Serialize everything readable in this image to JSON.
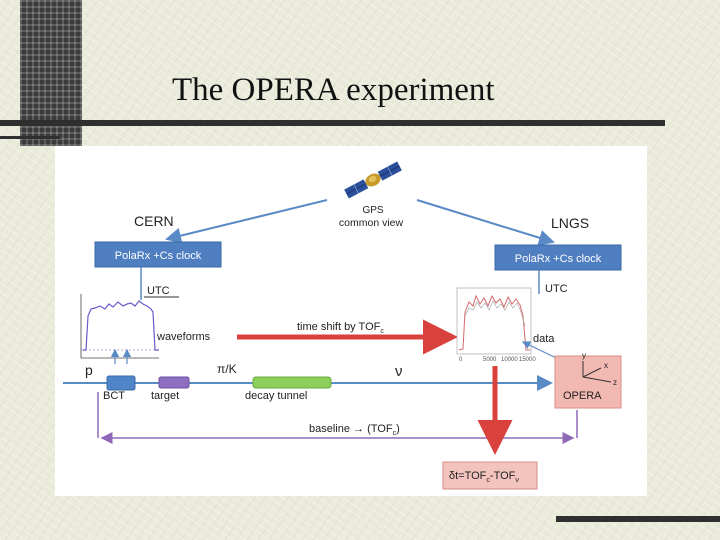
{
  "title": "The OPERA experiment",
  "diagram": {
    "gps_label_1": "GPS",
    "gps_label_2": "common view",
    "cern": "CERN",
    "lngs": "LNGS",
    "clock_left": "PolaRx +Cs clock",
    "clock_right": "PolaRx +Cs clock",
    "utc_left": "UTC",
    "utc_right": "UTC",
    "waveforms": "waveforms",
    "time_shift": "time shift by TOF",
    "time_shift_sub": "c",
    "data": "data",
    "p": "p",
    "pik": "π/K",
    "nu": "ν",
    "bct": "BCT",
    "target": "target",
    "decay_tunnel": "decay tunnel",
    "opera": "OPERA",
    "axis_y": "y",
    "axis_x": "x",
    "axis_z": "z",
    "baseline": "baseline → (TOF",
    "baseline_sub": "c",
    "baseline_end": ")",
    "dt_main": "δt=TOF",
    "dt_sub1": "c",
    "dt_mid": "-TOF",
    "dt_sub2": "ν",
    "right_plot_ticks": [
      "0",
      "5000",
      "10000",
      "15000"
    ],
    "colors": {
      "clock_box": "#4f7fc1",
      "arrow_blue": "#5a8ac6",
      "arrow_red": "#d9413d",
      "tunnel_green": "#8ccf5a",
      "target_purple": "#8e6fc0",
      "bct_blue": "#4f86c9",
      "opera_box": "#f2b8b2",
      "dt_box": "#f3c3bd",
      "baseline_purple": "#9068b8"
    }
  }
}
